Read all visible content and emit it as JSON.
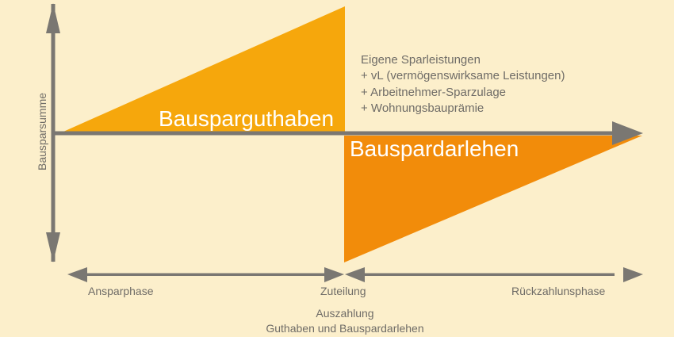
{
  "colors": {
    "background": "#fcefcb",
    "axis_gray": "#7a7772",
    "text_gray": "#6f6c67",
    "savings_orange": "#f6a70c",
    "loan_orange": "#f28c0a",
    "label_white": "#ffffff"
  },
  "axes": {
    "y_label": "Bausparsumme"
  },
  "areas": {
    "savings": {
      "label": "Bausparguthaben"
    },
    "loan": {
      "label": "Bauspardarlehen"
    }
  },
  "notes": {
    "lines": [
      "Eigene Sparleistungen",
      "+ vL (vermögenswirksame Leistungen)",
      "+ Arbeitnehmer-Sparzulage",
      "+ Wohnungsbauprämie"
    ]
  },
  "timeline": {
    "phases": [
      {
        "label": "Ansparphase"
      },
      {
        "label": "Zuteilung"
      },
      {
        "label": "Rückzahlunsphase"
      }
    ],
    "payout": {
      "line1": "Auszahlung",
      "line2": "Guthaben und Bauspardarlehen"
    }
  }
}
